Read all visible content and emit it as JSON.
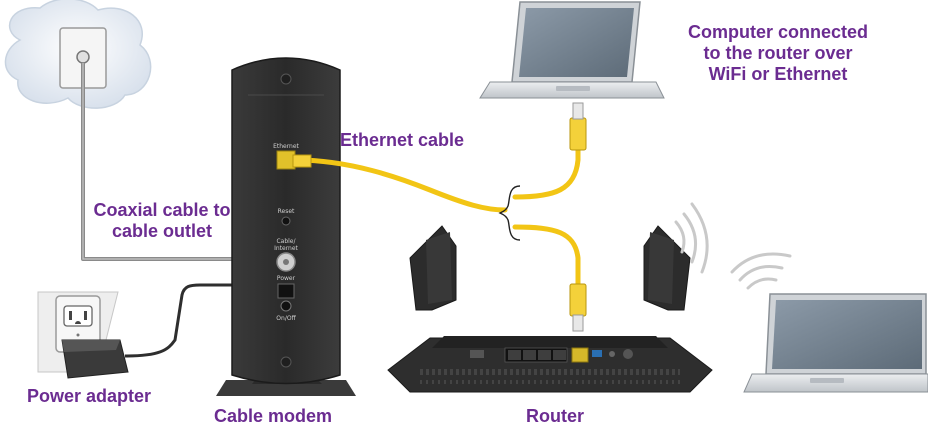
{
  "labels": {
    "computer_connected": "Computer connected\nto the router over\nWiFi or Ethernet",
    "ethernet_cable": "Ethernet cable",
    "coaxial_cable": "Coaxial cable to\ncable outlet",
    "power_adapter": "Power adapter",
    "cable_modem": "Cable modem",
    "router": "Router"
  },
  "modem_labels": {
    "ethernet": "Ethernet",
    "reset": "Reset",
    "cable_internet": "Cable/\nInternet",
    "power": "Power",
    "on_off": "On/Off"
  },
  "colors": {
    "label_purple": "#6b2c91",
    "cable_yellow": "#f2c515",
    "coax_gray": "#8a8a8a",
    "device_dark": "#2f2f2f",
    "cloud_blue": "#dfe6ef"
  }
}
